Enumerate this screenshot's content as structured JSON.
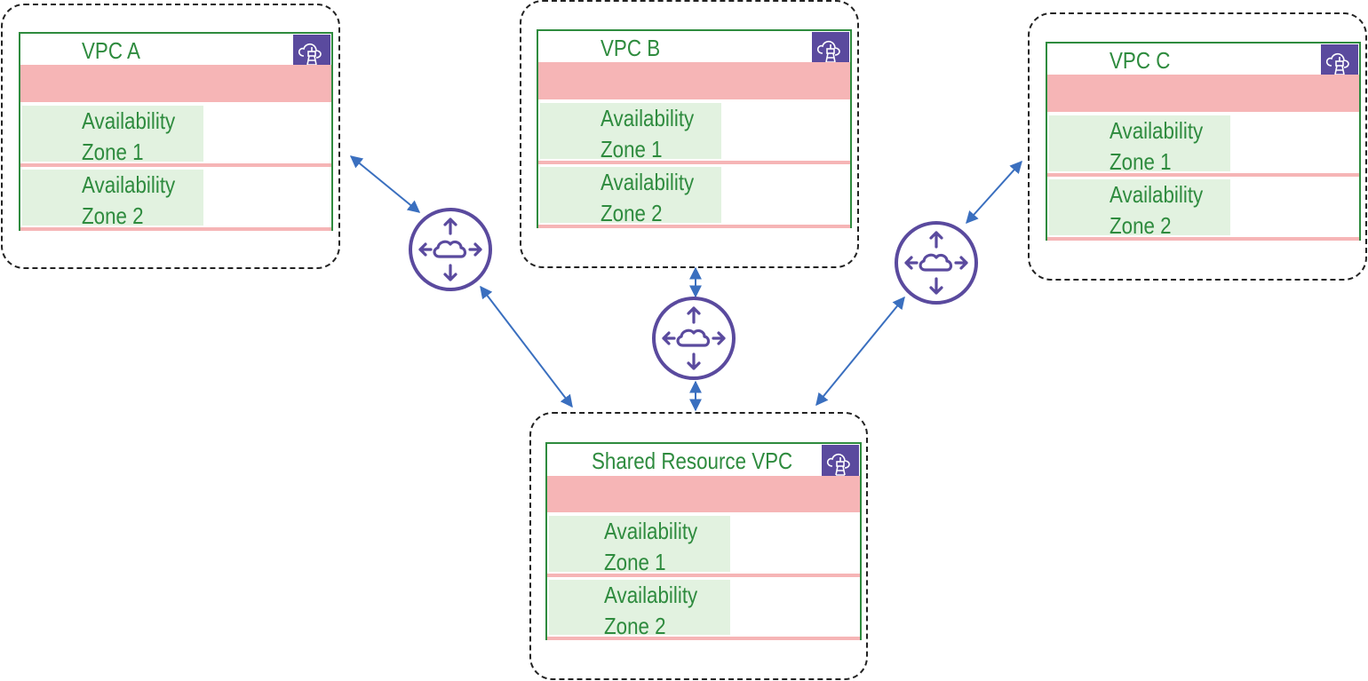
{
  "vpcs": {
    "a": {
      "name": "VPC A",
      "zones": [
        [
          "Availability",
          "Zone 1"
        ],
        [
          "Availability",
          "Zone 2"
        ]
      ]
    },
    "b": {
      "name": "VPC B",
      "zones": [
        [
          "Availability",
          "Zone 1"
        ],
        [
          "Availability",
          "Zone 2"
        ]
      ]
    },
    "c": {
      "name": "VPC C",
      "zones": [
        [
          "Availability",
          "Zone 1"
        ],
        [
          "Availability",
          "Zone 2"
        ]
      ]
    },
    "shared": {
      "name": "Shared Resource VPC",
      "zones": [
        [
          "Availability",
          "Zone 1"
        ],
        [
          "Availability",
          "Zone 2"
        ]
      ]
    }
  },
  "icons": {
    "vpc": "cloud-network-icon",
    "router": "transit-router-icon"
  },
  "colors": {
    "vpc_border": "#2e8b3e",
    "vpc_text": "#2e8b3e",
    "subnet_band": "#f6b5b6",
    "az_fill": "#e2f2e0",
    "icon_bg": "#5a4a9e",
    "router": "#5a4a9e",
    "connector": "#3a6fbf"
  }
}
